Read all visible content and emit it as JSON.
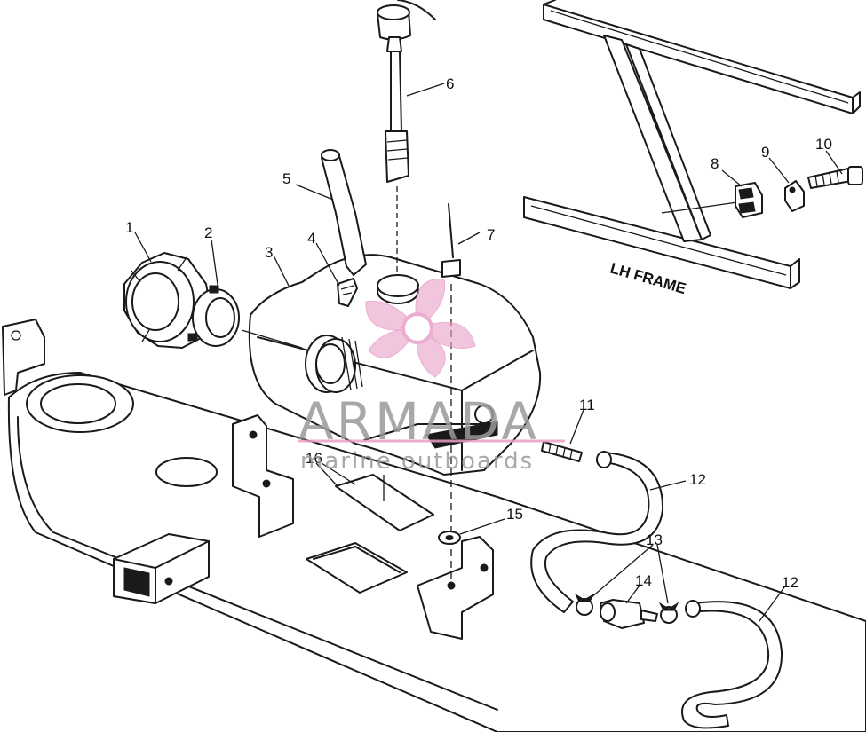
{
  "callouts": [
    {
      "label": "1"
    },
    {
      "label": "2"
    },
    {
      "label": "3"
    },
    {
      "label": "4"
    },
    {
      "label": "5"
    },
    {
      "label": "6"
    },
    {
      "label": "7"
    },
    {
      "label": "8"
    },
    {
      "label": "9"
    },
    {
      "label": "10"
    },
    {
      "label": "11"
    },
    {
      "label": "12"
    },
    {
      "label": "12"
    },
    {
      "label": "13"
    },
    {
      "label": "14"
    },
    {
      "label": "15"
    },
    {
      "label": "16"
    }
  ],
  "frame_label": "LH FRAME",
  "watermark": {
    "brand": "ARMADA",
    "tagline": "marine outboards",
    "accent_color": "#e8a0c8"
  }
}
